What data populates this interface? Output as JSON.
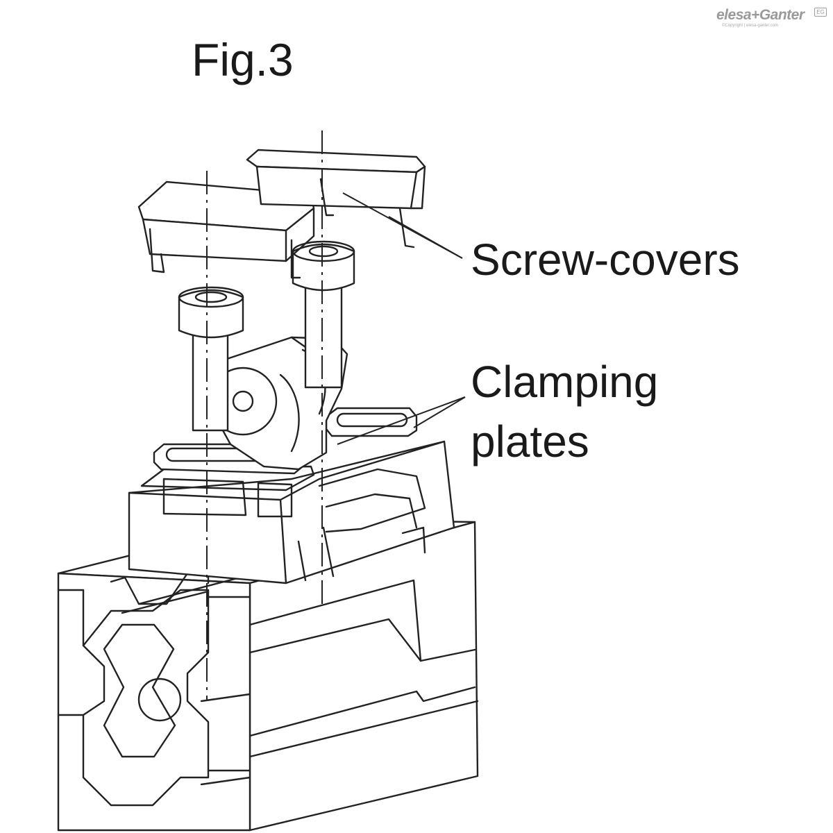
{
  "figure": {
    "title": "Fig.3"
  },
  "labels": {
    "screw_covers": "Screw-covers",
    "clamping_line1": "Clamping",
    "clamping_line2": "plates"
  },
  "logo": {
    "brand": "elesa+Ganter",
    "badge": "EG",
    "copyright": "©Copyright | elesa-ganter.com"
  },
  "colors": {
    "line": "#222222",
    "background": "#ffffff",
    "logo_gray": "#9a9a9a"
  }
}
